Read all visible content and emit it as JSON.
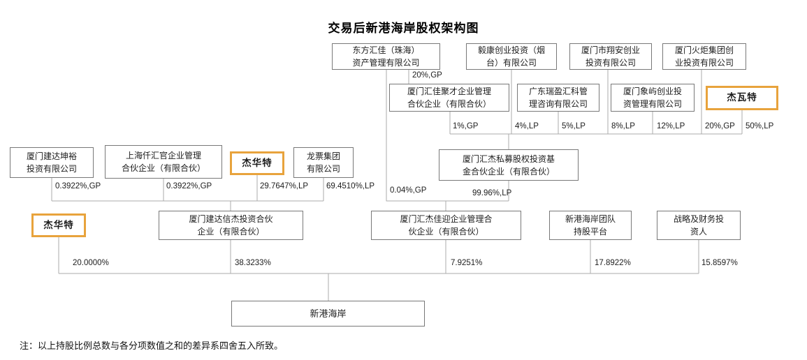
{
  "title": "交易后新港海岸股权架构图",
  "note": "注：以上持股比例总数与各分项数值之和的差异系四舍五入所致。",
  "colors": {
    "accent": "#E8A33C",
    "border": "#787878",
    "line": "#ABABAB"
  },
  "nodes": {
    "dongfang": {
      "label": "东方汇佳（珠海）\n资产管理有限公司"
    },
    "yikang": {
      "label": "毅康创业投资（烟\n台）有限公司"
    },
    "xiangan": {
      "label": "厦门市翔安创业\n投资有限公司"
    },
    "huoju": {
      "label": "厦门火炬集团创\n业投资有限公司"
    },
    "juicai": {
      "label": "厦门汇佳聚才企业管理\n合伙企业（有限合伙）"
    },
    "ruiying": {
      "label": "广东瑞盈汇科管\n理咨询有限公司"
    },
    "xiangyu": {
      "label": "厦门象屿创业投\n资管理有限公司"
    },
    "jiewate": {
      "label": "杰瓦特"
    },
    "jianda_kunyu": {
      "label": "厦门建达坤裕\n投资有限公司"
    },
    "qianhuiguan": {
      "label": "上海仟汇官企业管理\n合伙企业（有限合伙）"
    },
    "jiehuate_a": {
      "label": "杰华特"
    },
    "longpiao": {
      "label": "龙票集团\n有限公司"
    },
    "huijie_fund": {
      "label": "厦门汇杰私募股权投资基\n金合伙企业（有限合伙）"
    },
    "jiehuate_b": {
      "label": "杰华特"
    },
    "jianda_xinjie": {
      "label": "厦门建达信杰投资合伙\n企业（有限合伙）"
    },
    "huijie_jiaying": {
      "label": "厦门汇杰佳迎企业管理合\n伙企业（有限合伙）"
    },
    "team_platform": {
      "label": "新港海岸团队\n持股平台"
    },
    "strategic": {
      "label": "战略及财务投\n资人"
    },
    "xingang": {
      "label": "新港海岸"
    }
  },
  "edge_labels": {
    "gp20_top": "20%,GP",
    "gp1": "1%,GP",
    "lp4": "4%,LP",
    "lp5": "5%,LP",
    "lp8": "8%,LP",
    "lp12": "12%,LP",
    "gp20": "20%,GP",
    "lp50": "50%,LP",
    "gp03922_1": "0.3922%,GP",
    "gp03922_2": "0.3922%,GP",
    "lp297647": "29.7647%,LP",
    "lp694510": "69.4510%,LP",
    "gp004": "0.04%,GP",
    "lp9996": "99.96%,LP",
    "p20": "20.0000%",
    "p383233": "38.3233%",
    "p79251": "7.9251%",
    "p178922": "17.8922%",
    "p158597": "15.8597%"
  }
}
